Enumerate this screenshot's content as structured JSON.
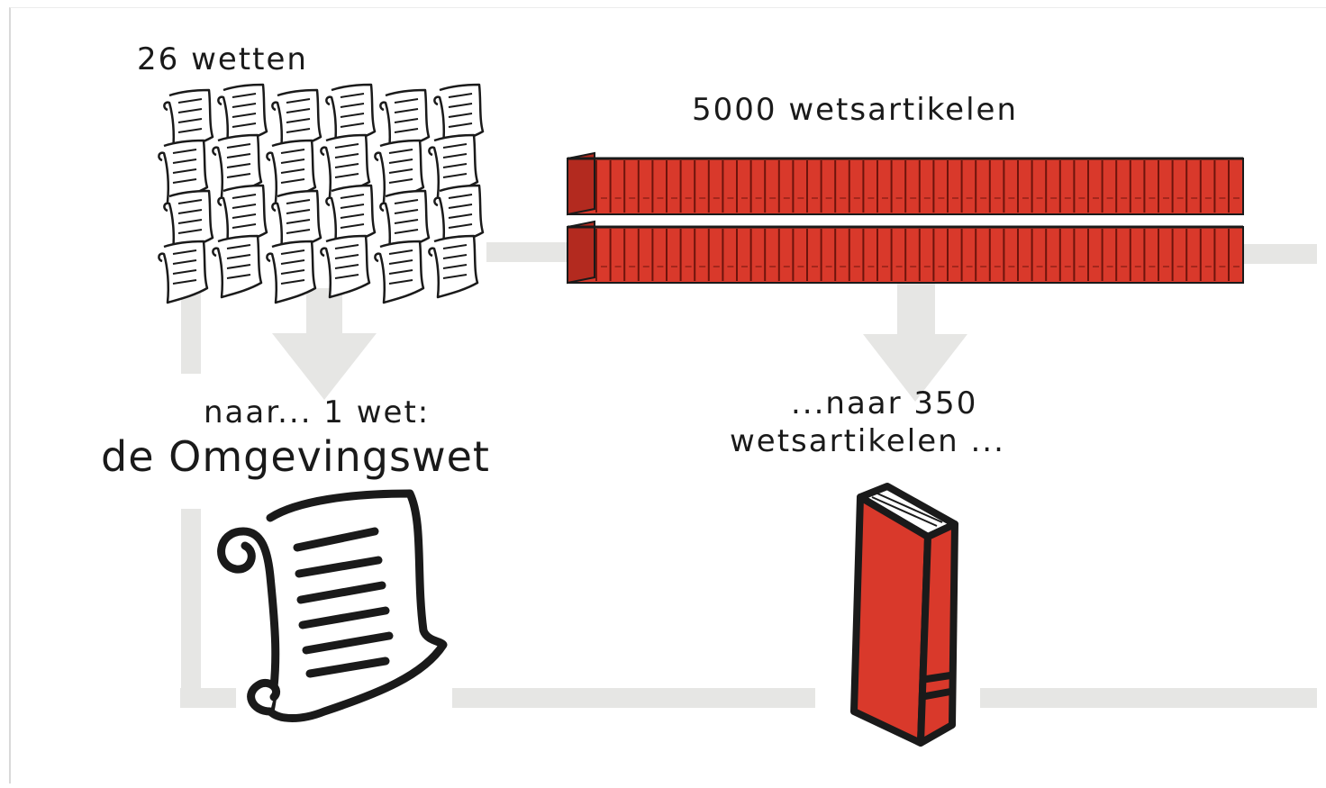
{
  "diagram": {
    "top_left_label": "26 wetten",
    "top_right_label": "5000 wetsartikelen",
    "bottom_left_label_line1": "naar... 1 wet:",
    "bottom_left_label_line2": "de Omgevingswet",
    "bottom_right_label_line1": "...naar 350",
    "bottom_right_label_line2": "wetsartikelen ...",
    "colors": {
      "book_red": "#d9392b",
      "outline": "#1a1a1a",
      "connector_gray": "#e6e6e4",
      "scroll_paper": "#ffffff"
    },
    "icons": {
      "many_scrolls": "scroll-pile-icon",
      "many_books": "book-rows-icon",
      "single_scroll": "scroll-icon",
      "single_book": "book-icon"
    }
  }
}
